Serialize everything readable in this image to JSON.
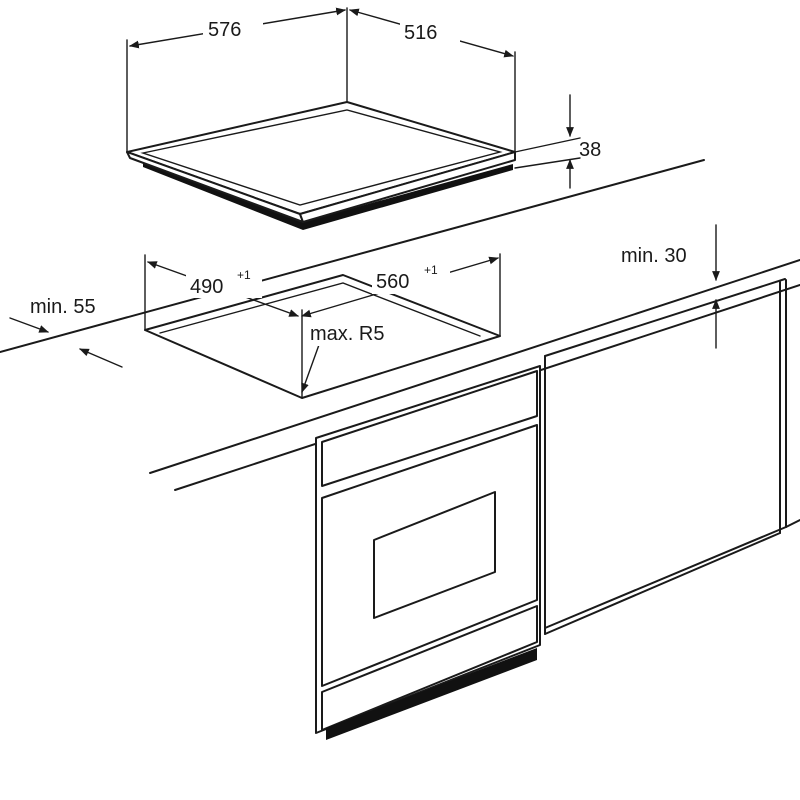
{
  "dimensions": {
    "hob_width": "576",
    "hob_depth": "516",
    "hob_height": "38",
    "cutout_depth": "490",
    "cutout_depth_tol": "+1",
    "cutout_width": "560",
    "cutout_width_tol": "+1",
    "corner_radius": "max. R5",
    "front_clearance": "min. 55",
    "wall_clearance": "min. 30"
  }
}
